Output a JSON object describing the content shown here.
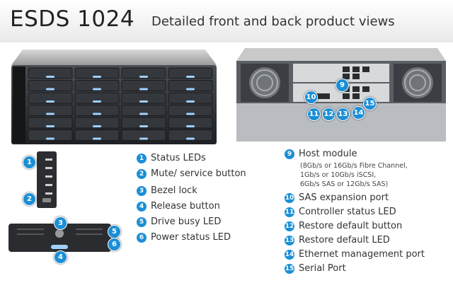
{
  "header": {
    "title": "ESDS 1024",
    "subtitle": "Detailed front and back product views"
  },
  "legend_left": [
    {
      "num": "1",
      "label": "Status LEDs"
    },
    {
      "num": "2",
      "label": "Mute/ service button"
    },
    {
      "num": "3",
      "label": "Bezel lock"
    },
    {
      "num": "4",
      "label": "Release button"
    },
    {
      "num": "5",
      "label": "Drive busy LED"
    },
    {
      "num": "6",
      "label": "Power status LED"
    }
  ],
  "legend_right": [
    {
      "num": "9",
      "label": "Host module",
      "details": [
        "(8Gb/s or 16Gb/s Fibre Channel,",
        "1Gb/s or 10Gb/s iSCSI,",
        "6Gb/s SAS or 12Gb/s SAS)"
      ]
    },
    {
      "num": "10",
      "label": "SAS expansion port"
    },
    {
      "num": "11",
      "label": "Controller status LED"
    },
    {
      "num": "12",
      "label": "Restore default button"
    },
    {
      "num": "13",
      "label": "Restore default LED"
    },
    {
      "num": "14",
      "label": "Ethernet management port"
    },
    {
      "num": "15",
      "label": "Serial Port"
    }
  ],
  "colors": {
    "callout": "#1b8fd6",
    "chassis": "#2a2d31",
    "drive_accent": "#9fd0ff"
  }
}
